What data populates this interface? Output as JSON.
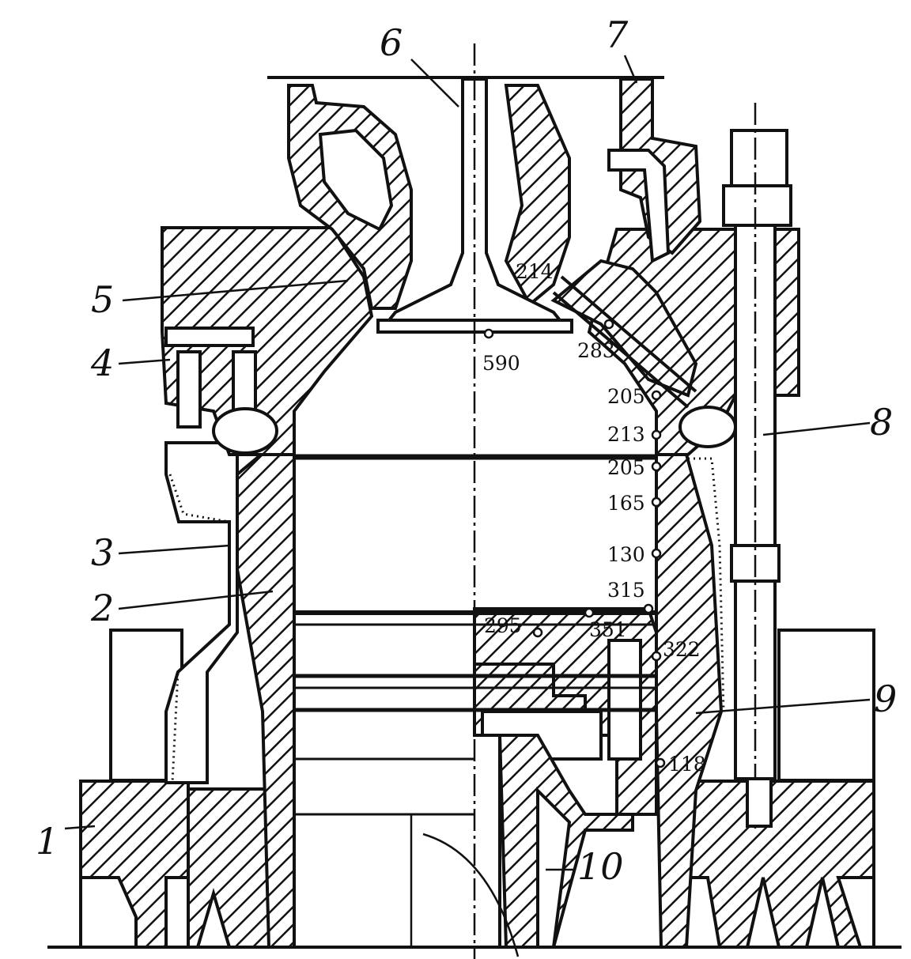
{
  "callouts": [
    {
      "id": "1",
      "text": "1"
    },
    {
      "id": "2",
      "text": "2"
    },
    {
      "id": "3",
      "text": "3"
    },
    {
      "id": "4",
      "text": "4"
    },
    {
      "id": "5",
      "text": "5"
    },
    {
      "id": "6",
      "text": "6"
    },
    {
      "id": "7",
      "text": "7"
    },
    {
      "id": "8",
      "text": "8"
    },
    {
      "id": "9",
      "text": "9"
    },
    {
      "id": "10",
      "text": "10"
    }
  ],
  "temperatures": [
    {
      "id": "t214",
      "text": "214"
    },
    {
      "id": "t590",
      "text": "590"
    },
    {
      "id": "t283",
      "text": "283"
    },
    {
      "id": "t205a",
      "text": "205"
    },
    {
      "id": "t213",
      "text": "213"
    },
    {
      "id": "t205b",
      "text": "205"
    },
    {
      "id": "t165",
      "text": "165"
    },
    {
      "id": "t130",
      "text": "130"
    },
    {
      "id": "t315",
      "text": "315"
    },
    {
      "id": "t295",
      "text": "295"
    },
    {
      "id": "t351",
      "text": "351"
    },
    {
      "id": "t322",
      "text": "322"
    },
    {
      "id": "t118",
      "text": "118"
    }
  ]
}
